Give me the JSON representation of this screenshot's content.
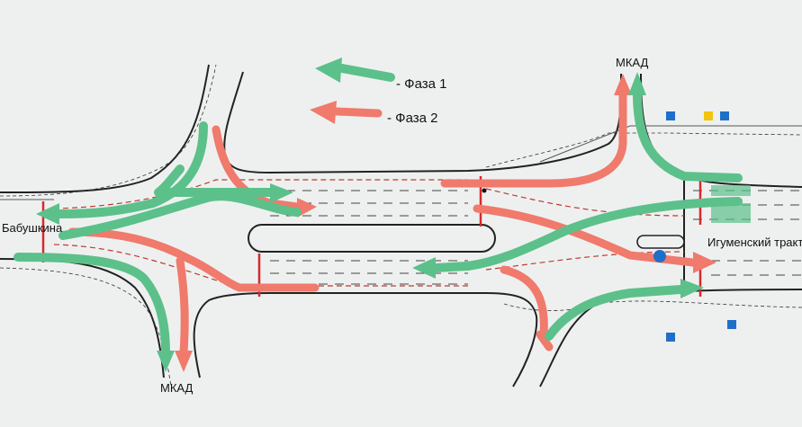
{
  "legend": {
    "phase1_label": "- Фаза 1",
    "phase2_label": "- Фаза 2",
    "phase1_color": "#5cc08a",
    "phase2_color": "#f07a6c"
  },
  "labels": {
    "mkad_top": "МКАД",
    "mkad_bottom": "МКАД",
    "babushkina": "Бабушкина",
    "igumensky": "Игуменский тракт"
  },
  "colors": {
    "background": "#eef0f0",
    "road": "#222222",
    "stop_line": "#d62a2a"
  }
}
